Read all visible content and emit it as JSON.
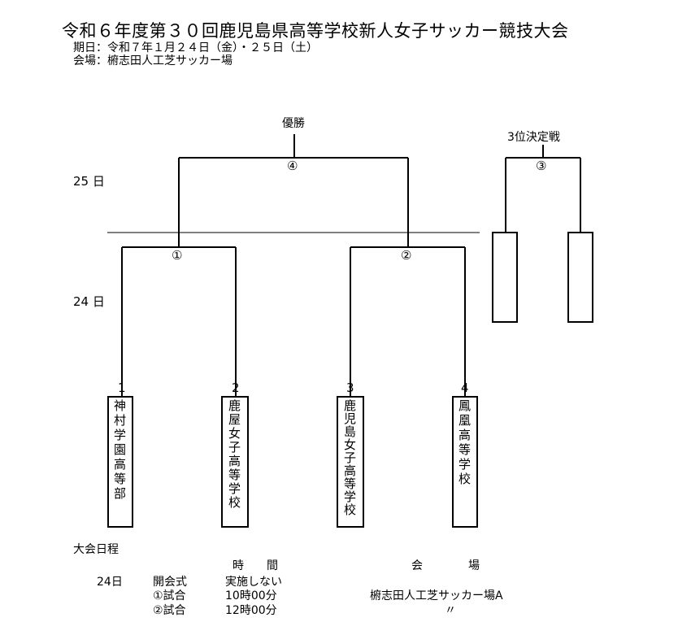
{
  "header": {
    "title": "令和６年度第３０回鹿児島県高等学校新人女子サッカー競技大会",
    "dates": "期日：令和７年１月２４日（金）・２５日（土）",
    "venue": "会場：椨志田人工芝サッカー場"
  },
  "bracket": {
    "champion_label": "優勝",
    "third_place_label": "3位決定戦",
    "day_25": "25 日",
    "day_24": "24 日",
    "match_numbers": {
      "m1": "①",
      "m2": "②",
      "m3": "③",
      "m4": "④"
    },
    "teams": [
      {
        "seed": "1",
        "name": "神村学園高等部"
      },
      {
        "seed": "2",
        "name": "鹿屋女子高等学校"
      },
      {
        "seed": "3",
        "name": "鹿児島女子高等学校"
      },
      {
        "seed": "4",
        "name": "鳳凰高等学校"
      }
    ]
  },
  "schedule": {
    "heading": "大会日程",
    "col_time": "時　　間",
    "col_venue": "会　　　　場",
    "day": "24日",
    "rows": [
      {
        "event": "開会式",
        "time": "実施しない",
        "venue": ""
      },
      {
        "event": "①試合",
        "time": "10時00分",
        "venue": "椨志田人工芝サッカー場A"
      },
      {
        "event": "②試合",
        "time": "12時00分",
        "venue": "〃"
      }
    ]
  }
}
